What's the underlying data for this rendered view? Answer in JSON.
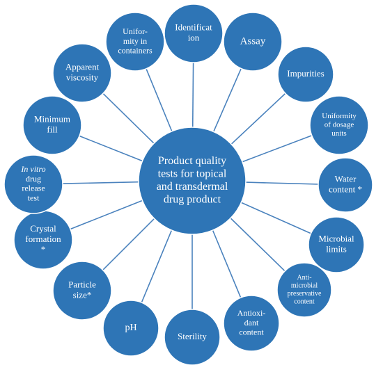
{
  "center": {
    "lines": [
      "Product quality",
      "tests for topical",
      "and transdermal",
      "drug product"
    ]
  },
  "nodes": [
    {
      "id": "identification",
      "lines": [
        "Identificat",
        "ion"
      ]
    },
    {
      "id": "assay",
      "lines": [
        "Assay"
      ]
    },
    {
      "id": "impurities",
      "lines": [
        "Impurities"
      ]
    },
    {
      "id": "uniformity-of-dosage-units",
      "lines": [
        "Uniformity",
        "of dosage",
        "units"
      ]
    },
    {
      "id": "water-content",
      "lines": [
        "Water",
        "content *"
      ]
    },
    {
      "id": "microbial-limits",
      "lines": [
        "Microbial",
        "limits"
      ]
    },
    {
      "id": "antimicrobial-preservative-content",
      "lines": [
        "Anti-",
        "microbial",
        "preservative",
        "content"
      ]
    },
    {
      "id": "antioxidant-content",
      "lines": [
        "Antioxi-",
        "dant",
        "content"
      ]
    },
    {
      "id": "sterility",
      "lines": [
        "Sterility"
      ]
    },
    {
      "id": "ph",
      "lines": [
        "pH"
      ]
    },
    {
      "id": "particle-size",
      "lines": [
        "Particle",
        "size*"
      ]
    },
    {
      "id": "crystal-formation",
      "lines": [
        "Crystal",
        "formation",
        "*"
      ]
    },
    {
      "id": "in-vitro-drug-release-test",
      "lines": [
        "In vitro",
        "drug",
        "release",
        "test"
      ],
      "italic_first_line": true
    },
    {
      "id": "minimum-fill",
      "lines": [
        "Minimum",
        "fill"
      ]
    },
    {
      "id": "apparent-viscosity",
      "lines": [
        "Apparent",
        "viscosity"
      ]
    },
    {
      "id": "uniformity-in-containers",
      "lines": [
        "Unifor-",
        "mity in",
        "containers"
      ]
    }
  ]
}
